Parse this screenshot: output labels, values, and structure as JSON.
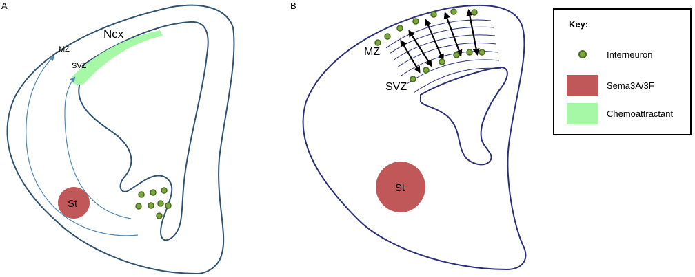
{
  "panels": {
    "a": {
      "letter": "A",
      "labels": {
        "ncx": "Ncx",
        "mz": "MZ",
        "svz": "SVZ",
        "st": "St"
      }
    },
    "b": {
      "letter": "B",
      "labels": {
        "mz": "MZ",
        "svz": "SVZ",
        "st": "St"
      }
    }
  },
  "key": {
    "title": "Key:",
    "items": [
      {
        "label": "Interneuron",
        "symbol": "interneuron-icon"
      },
      {
        "label": "Sema3A/3F",
        "symbol": "sema3a-swatch"
      },
      {
        "label": "Chemoattractant",
        "symbol": "chemoattractant-swatch"
      }
    ]
  },
  "colors": {
    "outline_a": "#2f5272",
    "outline_b": "#2a2f7a",
    "migration_arrow": "#4f87b3",
    "sema3a": "#c0585a",
    "chemoattractant": "#a6f7a6",
    "interneuron_fill": "#7aa83c",
    "interneuron_stroke": "#4a6b1e",
    "lamina_lines": "#2a2f7a",
    "double_arrows": "#000000"
  }
}
